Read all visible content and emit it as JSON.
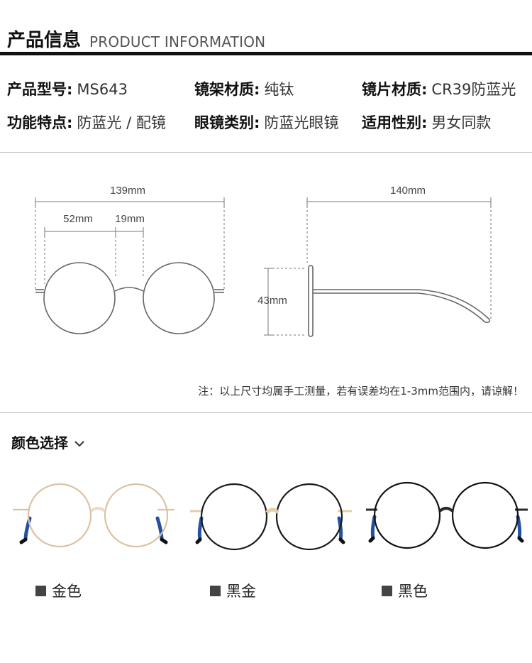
{
  "header": {
    "title_cn": "产品信息",
    "title_en": "PRODUCT INFORMATION"
  },
  "specs": [
    {
      "key": "产品型号:",
      "value": "MS643"
    },
    {
      "key": "镜架材质:",
      "value": "纯钛"
    },
    {
      "key": "镜片材质:",
      "value": "CR39防蓝光"
    },
    {
      "key": "功能特点:",
      "value": "防蓝光 / 配镜"
    },
    {
      "key": "眼镜类别:",
      "value": "防蓝光眼镜"
    },
    {
      "key": "适用性别:",
      "value": "男女同款"
    }
  ],
  "dimensions": {
    "frame_width": "139mm",
    "lens_width": "52mm",
    "bridge_width": "19mm",
    "temple_length": "140mm",
    "lens_height": "43mm"
  },
  "note": "注：以上尺寸均属手工测量，若有误差均在1-3mm范围内，请谅解！",
  "colors": {
    "section_title": "颜色选择",
    "items": [
      {
        "label": "金色",
        "frame": "#d9c3a3",
        "bridge": "#e8dcc4"
      },
      {
        "label": "黑金",
        "frame": "#1a1a1a",
        "bridge": "#e4cfa6"
      },
      {
        "label": "黑色",
        "frame": "#111111",
        "bridge": "#2a2a2a"
      }
    ],
    "temple_tip": "#2450a0"
  }
}
